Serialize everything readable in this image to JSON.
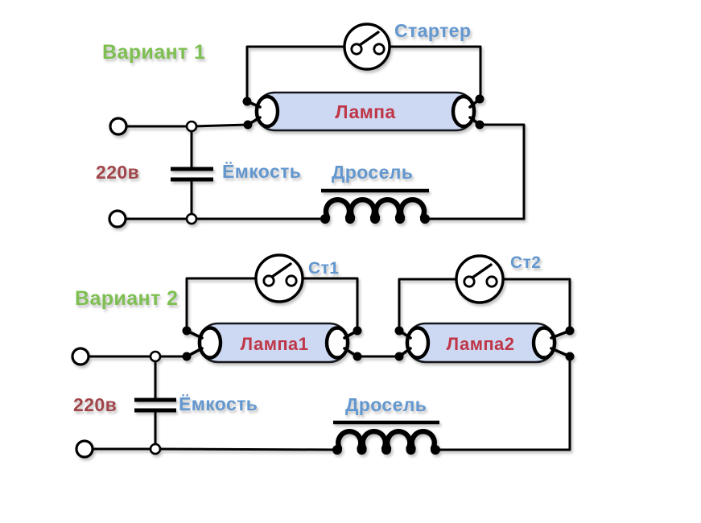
{
  "colors": {
    "green": "#7ebf52",
    "blue": "#6397cf",
    "red": "#bf3648",
    "darkRed": "#a2454b",
    "lampFill": "#cdd9f2",
    "line": "#000000",
    "bg": "#ffffff"
  },
  "variant1": {
    "label": "Вариант 1",
    "starter": "Стартер",
    "lamp": "Лампа",
    "voltage": "220в",
    "capacitor": "Ёмкость",
    "choke": "Дросель"
  },
  "variant2": {
    "label": "Вариант 2",
    "starter1": "Ст1",
    "starter2": "Ст2",
    "lamp1": "Лампа1",
    "lamp2": "Лампа2",
    "voltage": "220в",
    "capacitor": "Ёмкость",
    "choke": "Дросель"
  }
}
